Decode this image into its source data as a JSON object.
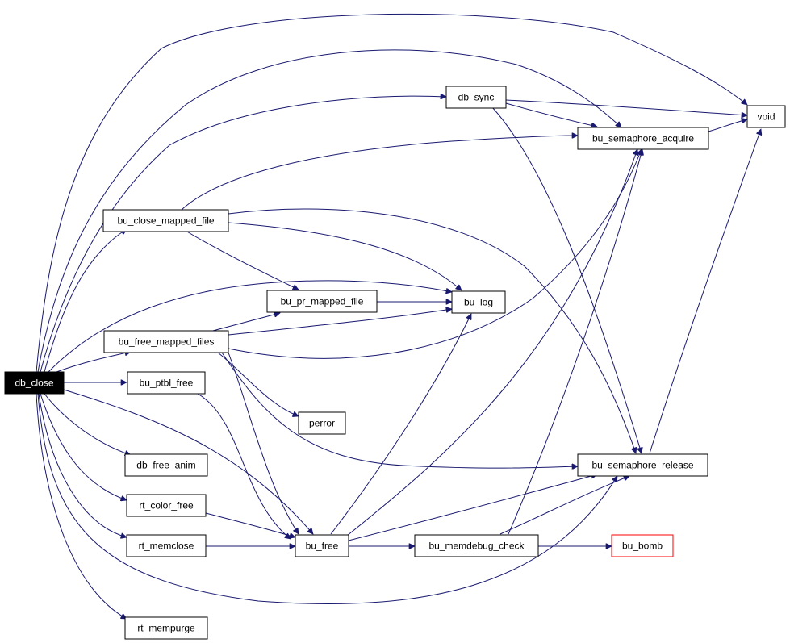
{
  "graph": {
    "colors": {
      "edge": "#191970",
      "root_fill": "#000000",
      "root_text": "#ffffff",
      "node_border": "#000000",
      "highlight_border": "#ff0000"
    },
    "nodes": {
      "db_close": "db_close",
      "void": "void",
      "db_sync": "db_sync",
      "bu_semaphore_acquire": "bu_semaphore_acquire",
      "bu_close_mapped_file": "bu_close_mapped_file",
      "bu_pr_mapped_file": "bu_pr_mapped_file",
      "bu_log": "bu_log",
      "bu_free_mapped_files": "bu_free_mapped_files",
      "bu_ptbl_free": "bu_ptbl_free",
      "perror": "perror",
      "db_free_anim": "db_free_anim",
      "bu_semaphore_release": "bu_semaphore_release",
      "rt_color_free": "rt_color_free",
      "rt_memclose": "rt_memclose",
      "bu_free": "bu_free",
      "bu_memdebug_check": "bu_memdebug_check",
      "bu_bomb": "bu_bomb",
      "rt_mempurge": "rt_mempurge"
    },
    "edges": [
      [
        "db_close",
        "void"
      ],
      [
        "db_close",
        "bu_semaphore_acquire"
      ],
      [
        "db_close",
        "db_sync"
      ],
      [
        "db_close",
        "bu_close_mapped_file"
      ],
      [
        "db_close",
        "bu_log"
      ],
      [
        "db_close",
        "bu_free_mapped_files"
      ],
      [
        "db_close",
        "bu_ptbl_free"
      ],
      [
        "db_close",
        "db_free_anim"
      ],
      [
        "db_close",
        "rt_color_free"
      ],
      [
        "db_close",
        "rt_memclose"
      ],
      [
        "db_close",
        "rt_mempurge"
      ],
      [
        "db_close",
        "bu_free"
      ],
      [
        "db_close",
        "bu_semaphore_release"
      ],
      [
        "db_sync",
        "void"
      ],
      [
        "db_sync",
        "bu_semaphore_acquire"
      ],
      [
        "db_sync",
        "bu_semaphore_release"
      ],
      [
        "bu_semaphore_acquire",
        "void"
      ],
      [
        "bu_close_mapped_file",
        "bu_semaphore_acquire"
      ],
      [
        "bu_close_mapped_file",
        "bu_pr_mapped_file"
      ],
      [
        "bu_close_mapped_file",
        "bu_log"
      ],
      [
        "bu_close_mapped_file",
        "bu_semaphore_release"
      ],
      [
        "bu_pr_mapped_file",
        "bu_log"
      ],
      [
        "bu_free_mapped_files",
        "bu_pr_mapped_file"
      ],
      [
        "bu_free_mapped_files",
        "bu_log"
      ],
      [
        "bu_free_mapped_files",
        "bu_semaphore_acquire"
      ],
      [
        "bu_free_mapped_files",
        "perror"
      ],
      [
        "bu_free_mapped_files",
        "bu_semaphore_release"
      ],
      [
        "bu_free_mapped_files",
        "bu_free"
      ],
      [
        "bu_ptbl_free",
        "bu_free"
      ],
      [
        "rt_color_free",
        "bu_free"
      ],
      [
        "rt_memclose",
        "bu_free"
      ],
      [
        "bu_free",
        "bu_log"
      ],
      [
        "bu_free",
        "bu_semaphore_acquire"
      ],
      [
        "bu_free",
        "bu_semaphore_release"
      ],
      [
        "bu_free",
        "bu_memdebug_check"
      ],
      [
        "bu_memdebug_check",
        "bu_semaphore_acquire"
      ],
      [
        "bu_memdebug_check",
        "bu_semaphore_release"
      ],
      [
        "bu_memdebug_check",
        "bu_bomb"
      ],
      [
        "bu_semaphore_release",
        "void"
      ]
    ]
  }
}
